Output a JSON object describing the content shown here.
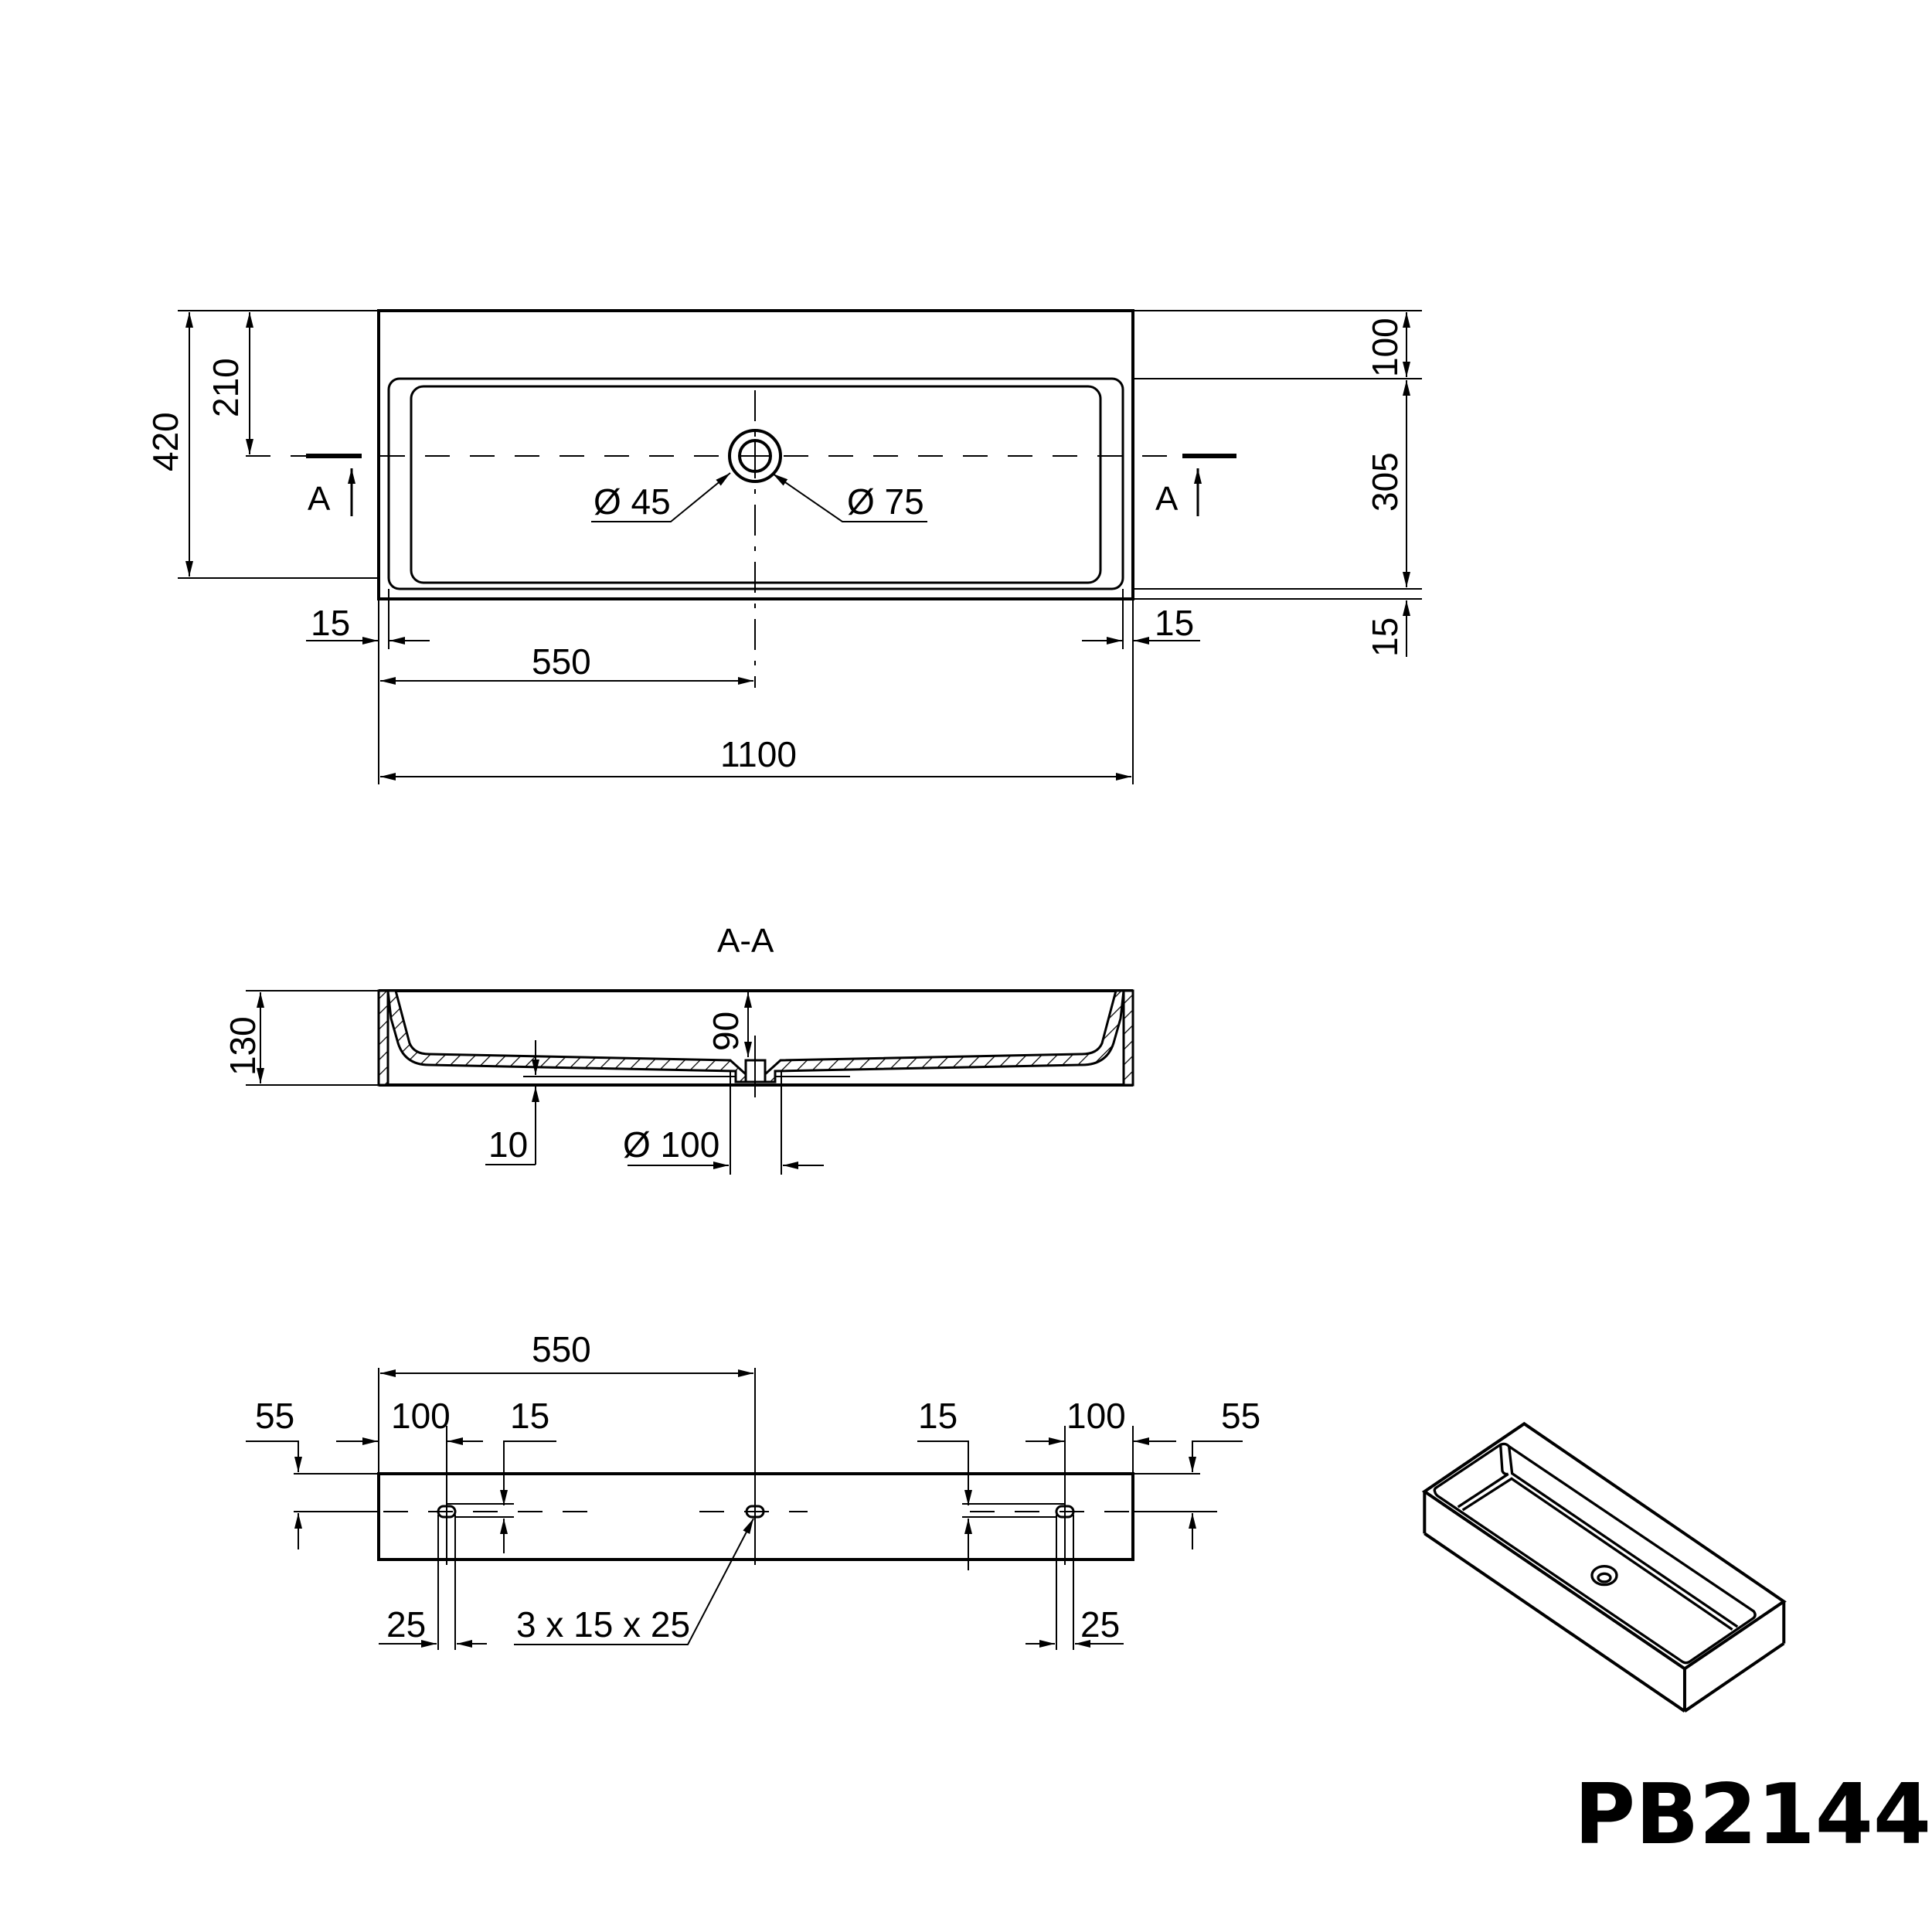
{
  "drawing": {
    "model_number": "PB2144",
    "units": "mm",
    "line_color": "#000000",
    "background": "#ffffff"
  },
  "top_view": {
    "overall_width": "1100",
    "overall_depth": "420",
    "drain_offset_from_back": "210",
    "drain_offset_from_left": "550",
    "back_ledge_depth": "100",
    "basin_depth_span": "305",
    "front_rim": "15",
    "left_rim": "15",
    "right_rim": "15",
    "drain_inner_diameter": "Ø 45",
    "drain_outer_diameter": "Ø 75",
    "section_marker_left": "A",
    "section_marker_right": "A"
  },
  "section_view": {
    "title": "A-A",
    "overall_height": "130",
    "basin_depth": "90",
    "base_clearance": "10",
    "drain_boss_diameter": "Ø 100"
  },
  "back_view": {
    "center_offset": "550",
    "left_edge_to_hole": "100",
    "right_edge_to_hole": "100",
    "left_vertical_offset": "55",
    "right_vertical_offset": "55",
    "left_slot_height": "15",
    "right_slot_height": "15",
    "left_slot_width": "25",
    "right_slot_width": "25",
    "slot_spec": "3 x 15 x 25"
  },
  "iso_view": {
    "description": "isometric view of rectangular basin"
  }
}
